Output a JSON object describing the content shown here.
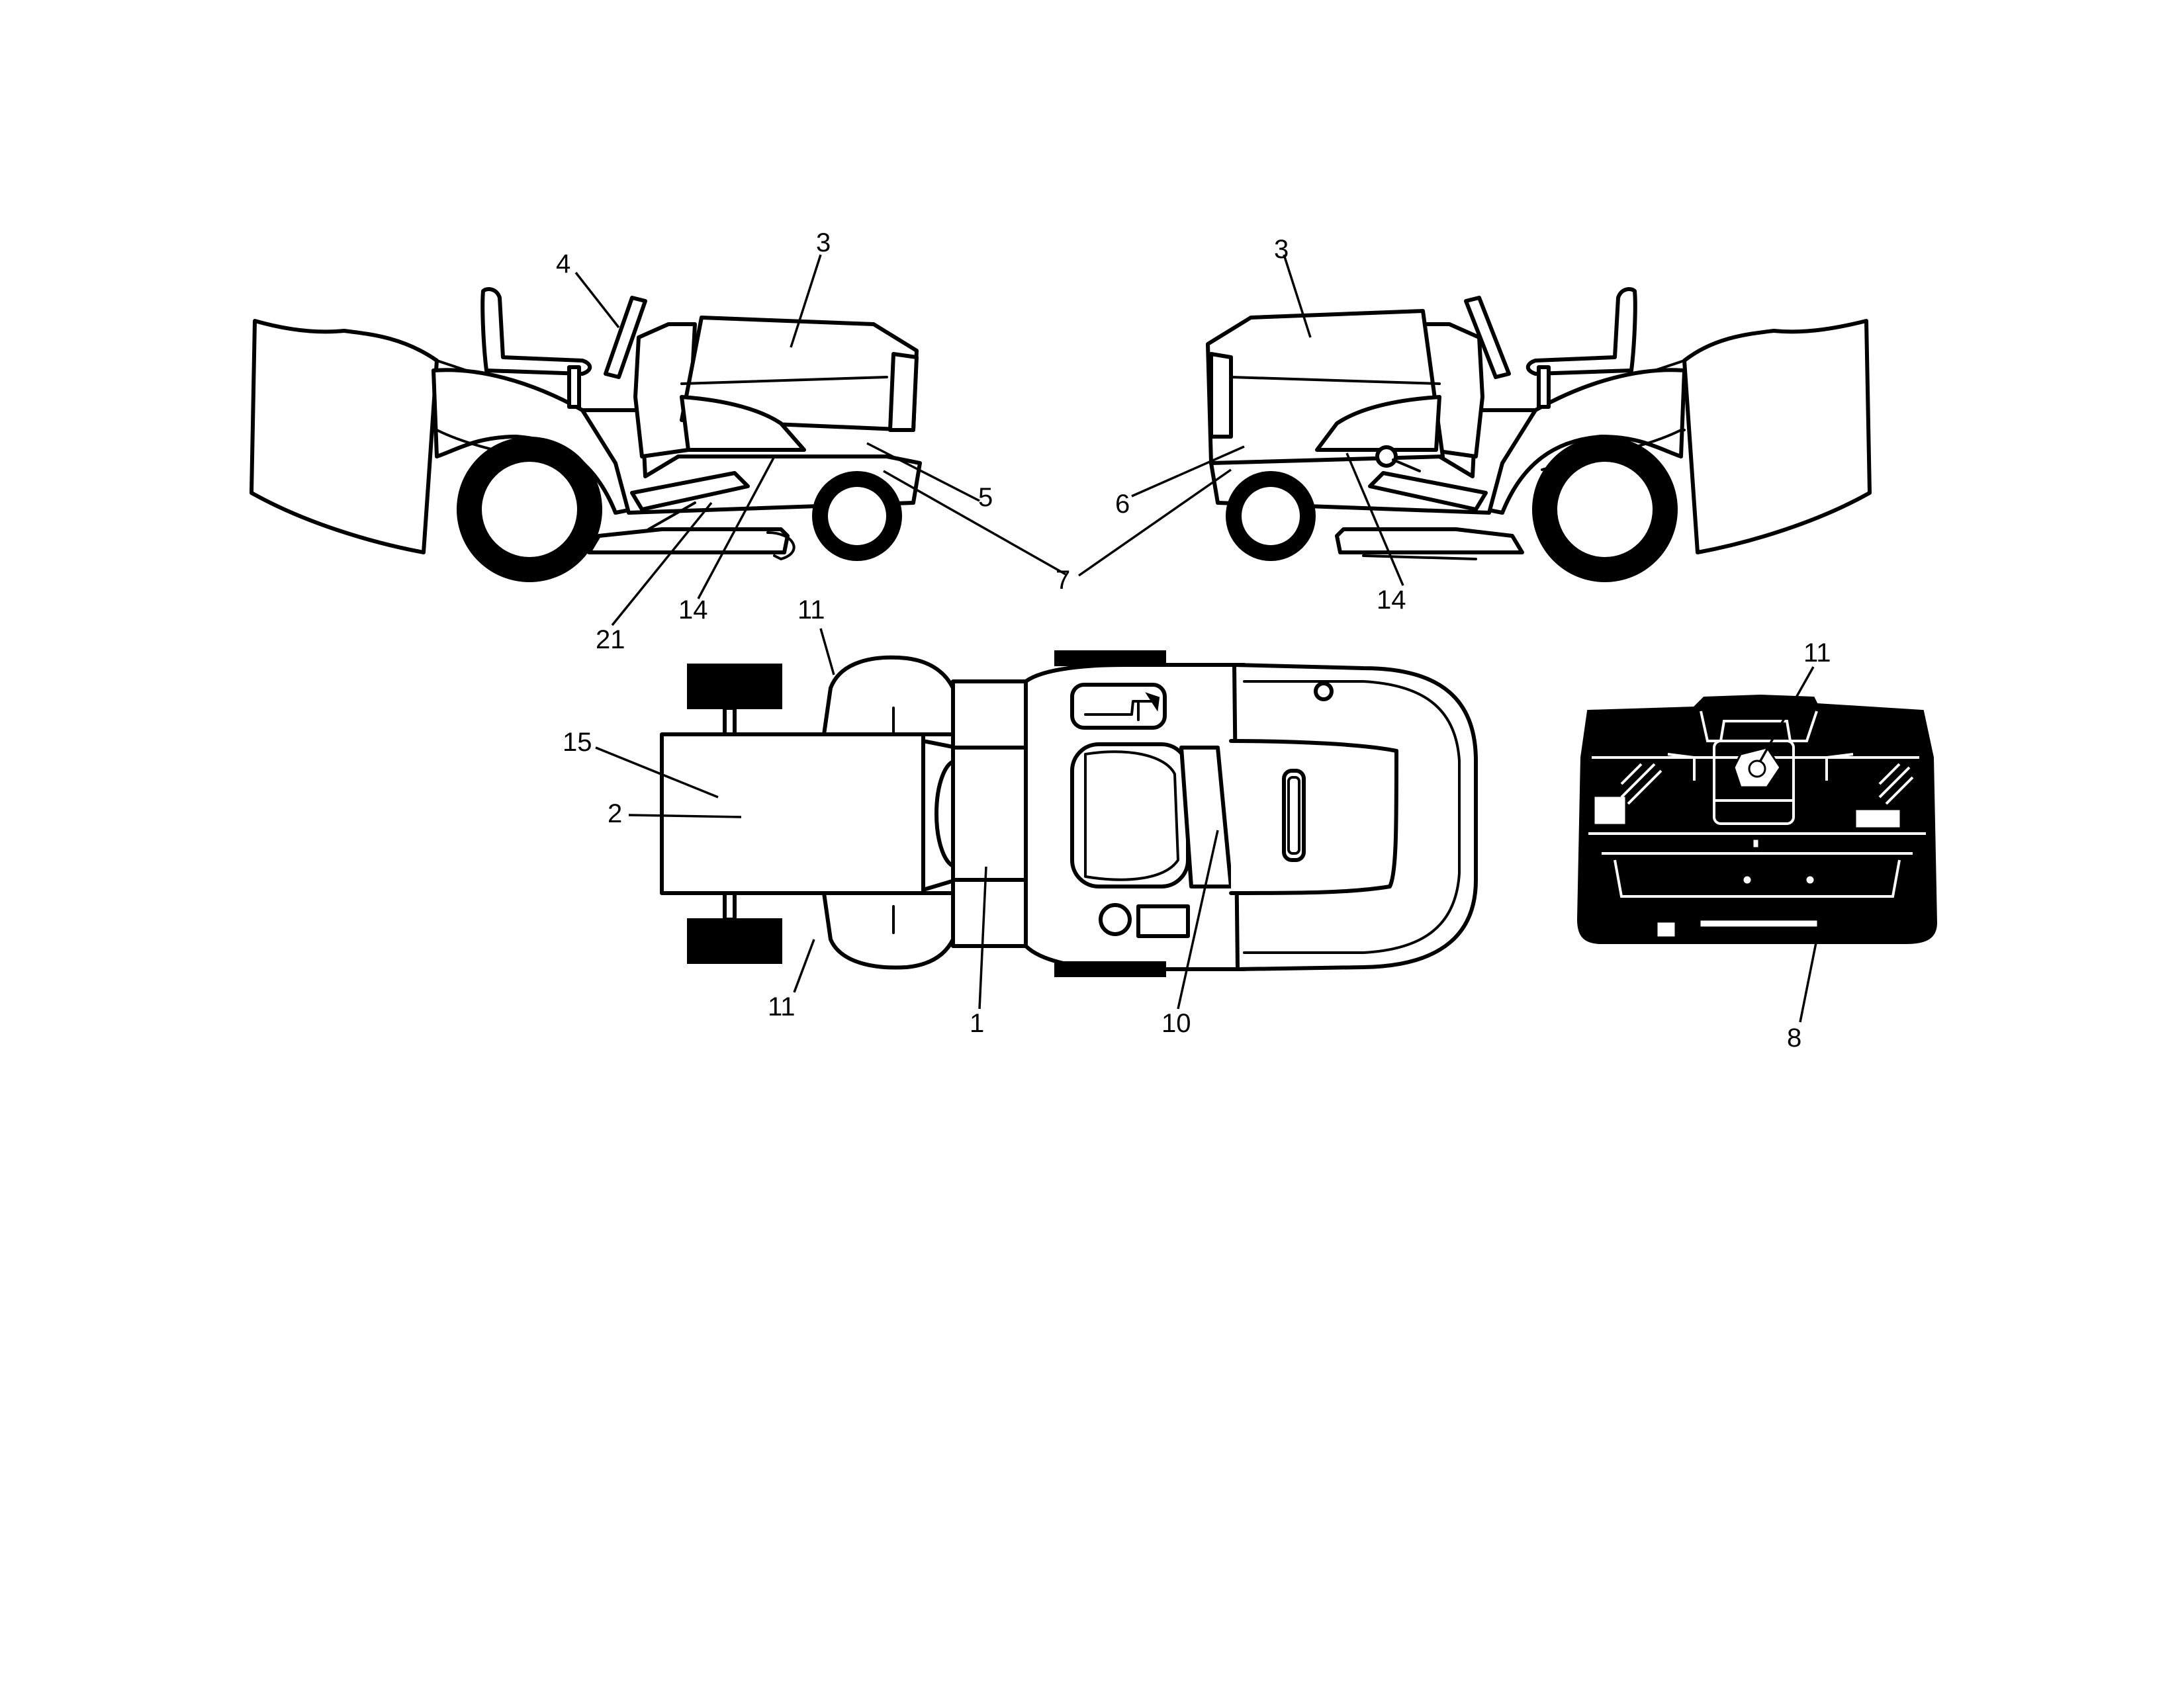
{
  "callouts": {
    "left_view": {
      "c4": "4",
      "c3": "3",
      "c5": "5",
      "c7": "7",
      "c14": "14",
      "c21": "21"
    },
    "right_view": {
      "c3": "3",
      "c6": "6",
      "c14": "14"
    },
    "top_view": {
      "c11_top": "11",
      "c15": "15",
      "c2": "2",
      "c11_bottom": "11",
      "c1": "1",
      "c10": "10"
    },
    "rear_view": {
      "c11": "11",
      "c8": "8"
    }
  }
}
